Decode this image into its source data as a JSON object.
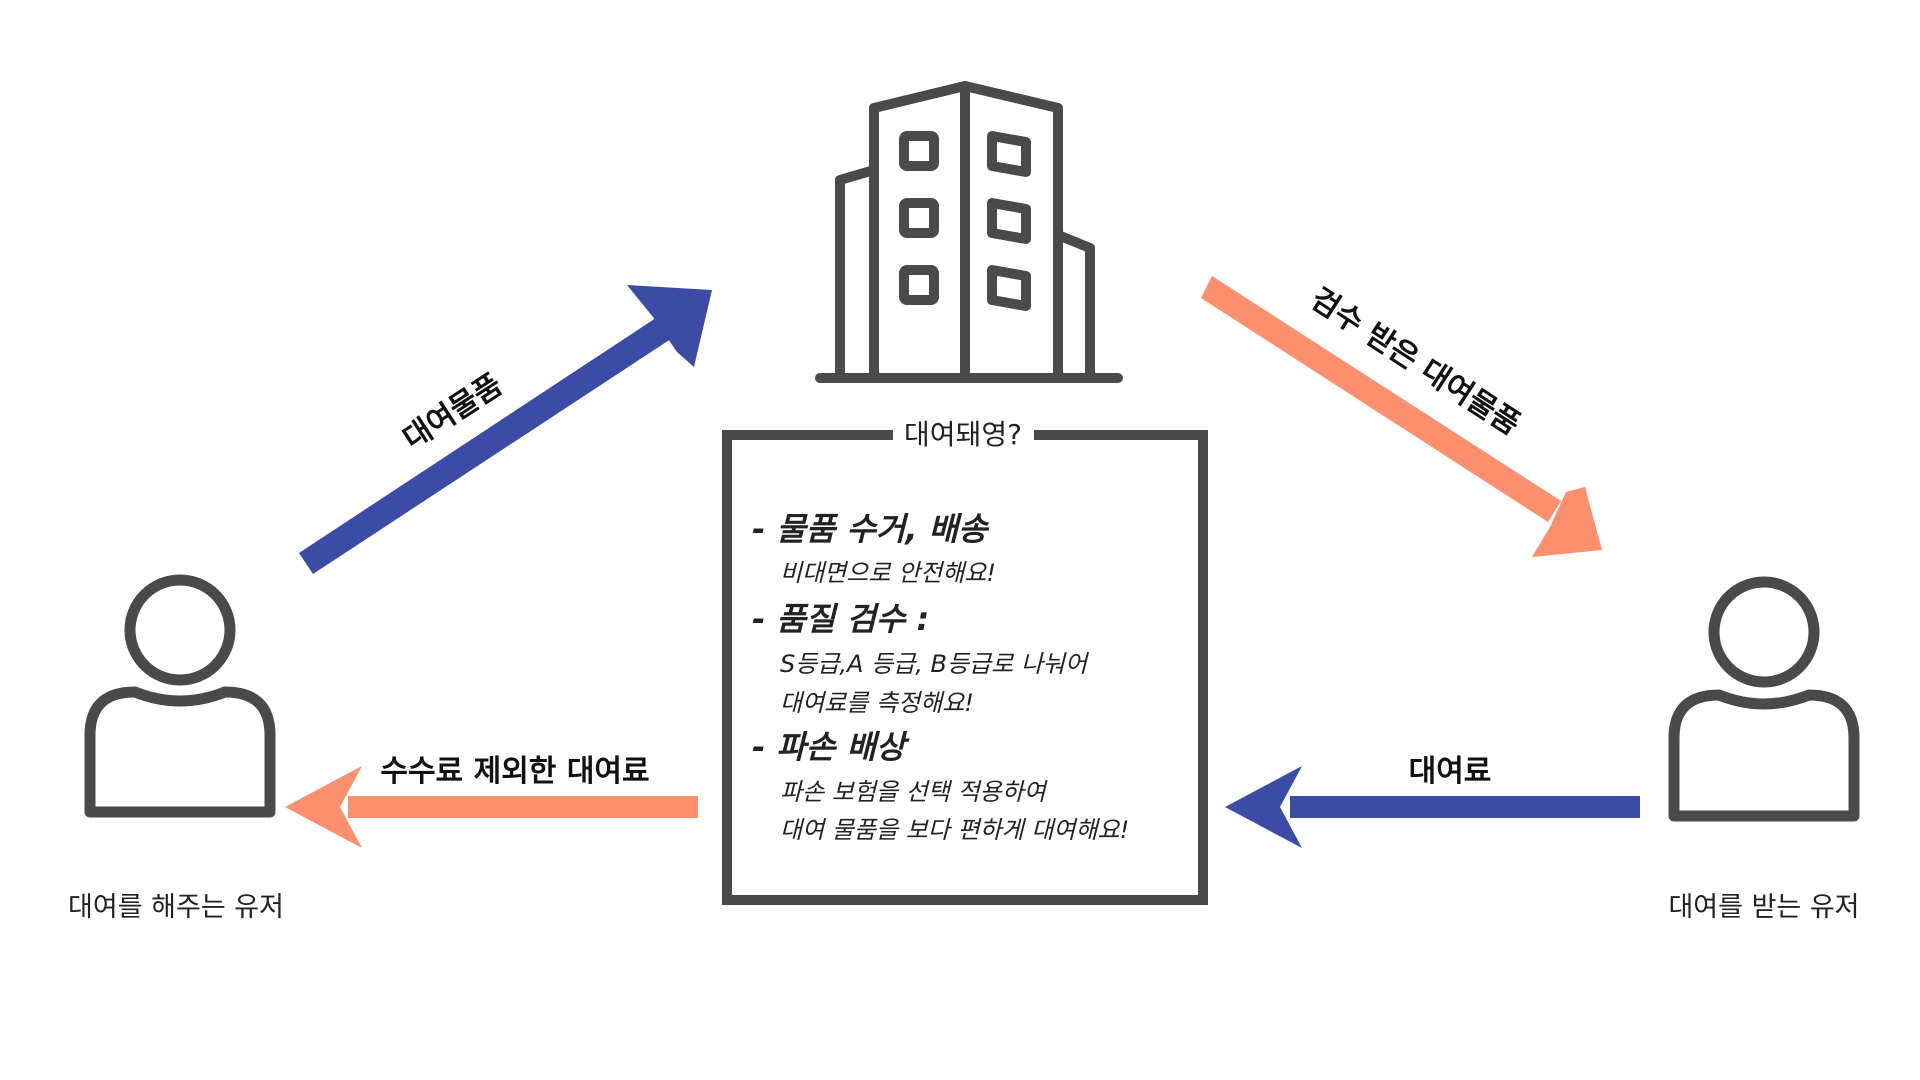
{
  "colors": {
    "blue": "#3b4ba6",
    "orange": "#fb8f6e",
    "dark": "#4a4a4a"
  },
  "icons": {
    "building": "building-icon",
    "left_user": "user-icon",
    "right_user": "user-icon"
  },
  "arrows": {
    "rental_item": {
      "label": "대여물품"
    },
    "inspected_item": {
      "label": "검수 받은 대여물품"
    },
    "rental_fee": {
      "label": "대여료"
    },
    "fee_minus_commission": {
      "label": "수수료 제외한 대여료"
    }
  },
  "users": {
    "lender": "대여를 해주는 유저",
    "borrower": "대여를 받는 유저"
  },
  "service_box": {
    "title": "대여돼영?",
    "sections": [
      {
        "heading": "- 물품 수거, 배송",
        "lines": [
          "비대면으로 안전해요!"
        ]
      },
      {
        "heading": "- 품질 검수 :",
        "lines": [
          "S등급,A 등급, B등급로 나눠어",
          "대여료를 측정해요!"
        ]
      },
      {
        "heading": "- 파손 배상",
        "lines": [
          "파손 보험을 선택 적용하여",
          "대여 물품을 보다 편하게 대여해요!"
        ]
      }
    ]
  }
}
